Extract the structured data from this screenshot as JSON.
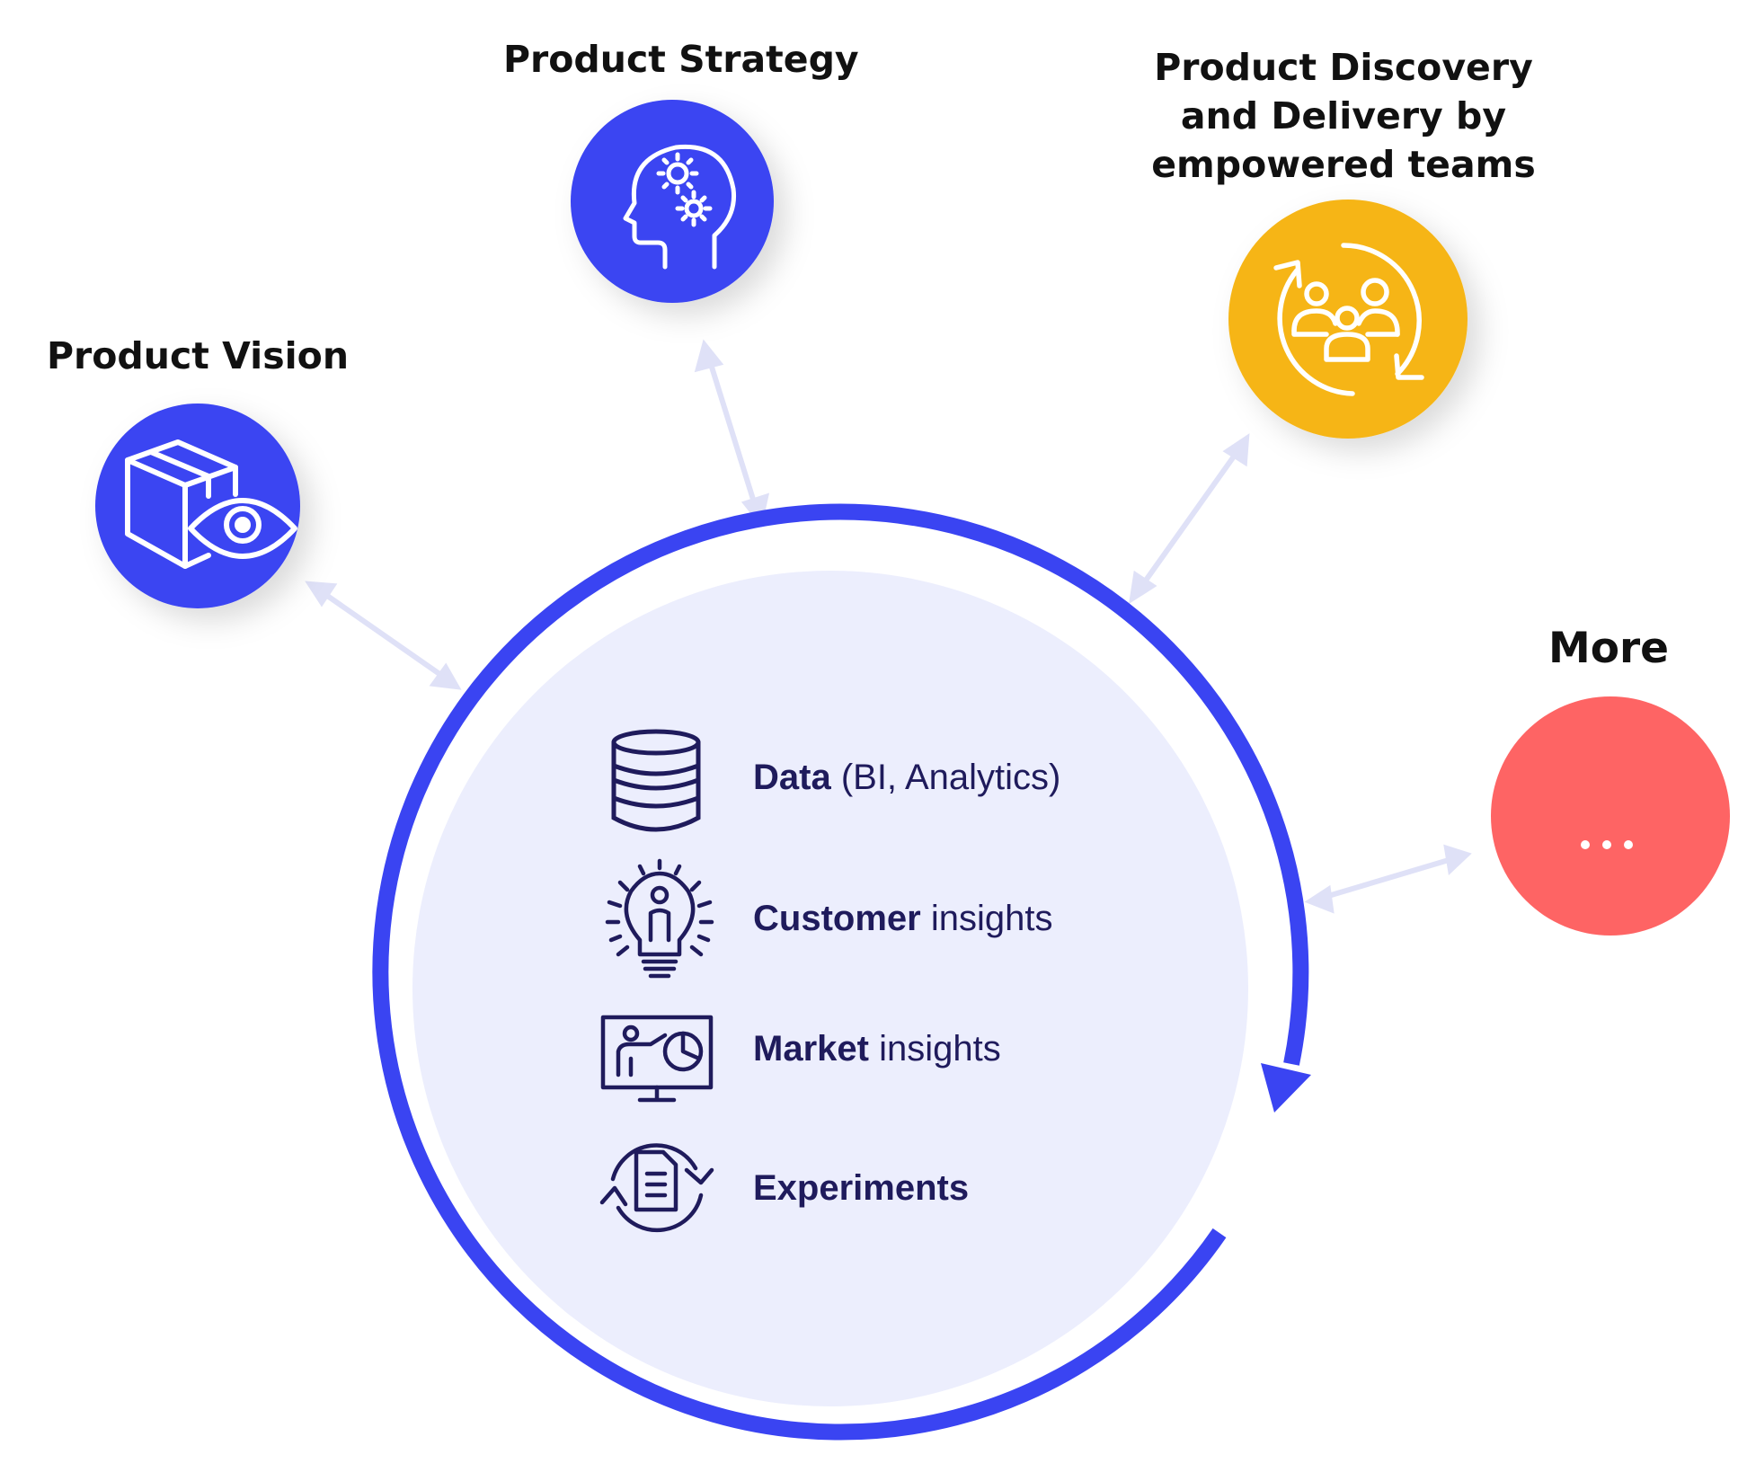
{
  "nodes": {
    "strategy": {
      "title": "Product Strategy",
      "icon": "head-gears-icon",
      "color": "#3a44f2"
    },
    "vision": {
      "title": "Product Vision",
      "icon": "box-eye-icon",
      "color": "#3a44f2"
    },
    "discovery": {
      "title": "Product Discovery and Delivery by empowered teams",
      "icon": "team-cycle-icon",
      "color": "#f6b519"
    },
    "more": {
      "title": "More",
      "label": "...",
      "icon": "ellipsis-icon",
      "color": "#fe6464"
    }
  },
  "center": {
    "ring_color": "#3a44f2",
    "fill_color": "#eceefd",
    "items": [
      {
        "bold": "Data",
        "rest": " (BI, Analytics)",
        "icon": "database-icon"
      },
      {
        "bold": "Customer",
        "rest": " insights",
        "icon": "lightbulb-person-icon"
      },
      {
        "bold": "Market",
        "rest": " insights",
        "icon": "presentation-chart-icon"
      },
      {
        "bold": "Experiments",
        "rest": "",
        "icon": "document-cycle-icon"
      }
    ]
  },
  "connector_color": "#dfe1f7"
}
